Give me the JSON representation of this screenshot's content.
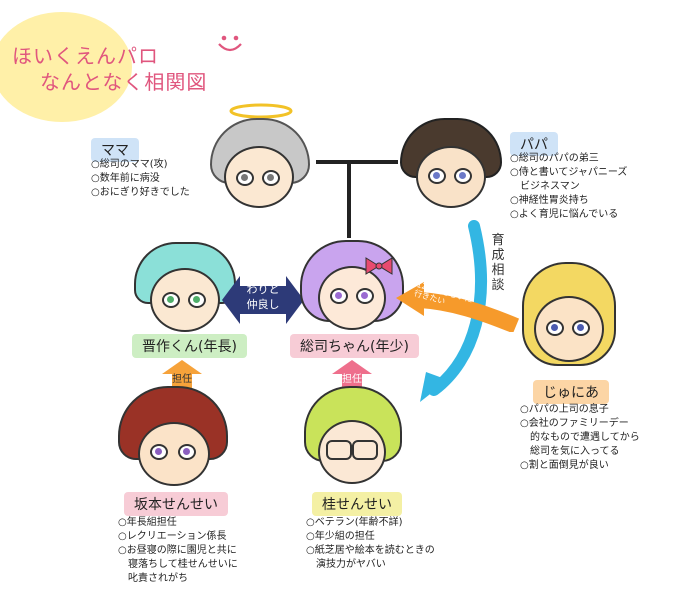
{
  "title": {
    "line1": "ほいくえんパロ",
    "line2": "なんとなく相関図"
  },
  "characters": {
    "mama": {
      "label": "ママ",
      "notes": [
        "○総司のママ(攻)",
        "○数年前に病没",
        "○おにぎり好きでした"
      ]
    },
    "papa": {
      "label": "パパ",
      "notes": [
        "○総司のパパの弟三",
        "○侍と書いてジャパニーズ",
        "　ビジネスマン",
        "○神経性胃炎持ち",
        "○よく育児に悩んでいる"
      ]
    },
    "shinsaku": {
      "label": "晋作くん(年長)"
    },
    "souji": {
      "label": "総司ちゃん(年少)"
    },
    "junior": {
      "label": "じゅにあ",
      "notes": [
        "○パパの上司の息子",
        "○会社のファミリーデー",
        "　的なもので遭遇してから",
        "　総司を気に入ってる",
        "○割と面倒見が良い"
      ]
    },
    "sakamoto": {
      "label": "坂本せんせい",
      "notes": [
        "○年長組担任",
        "○レクリエーション係長",
        "○お昼寝の際に園児と共に",
        "　寝落ちして桂せんせいに",
        "　叱責されがち"
      ]
    },
    "katsura": {
      "label": "桂せんせい",
      "notes": [
        "○ベテラン(年齢不詳)",
        "○年少組の担任",
        "○紙芝居や絵本を読むときの",
        "　演技力がヤバい"
      ]
    }
  },
  "relations": {
    "friends": "わりと\n仲良し",
    "tannin_left": "担任",
    "tannin_right": "担任",
    "ikusei": "育成相談",
    "junior_arrow": "12年後もらいに\n行きたい"
  },
  "colors": {
    "title_pink": "#e0567e",
    "friends_navy": "#2d3a78",
    "tannin_orange": "#f6a23a",
    "tannin_pink": "#ee6f8c",
    "ikusei_cyan": "#33b6e3",
    "junior_orange": "#f69a2b"
  }
}
